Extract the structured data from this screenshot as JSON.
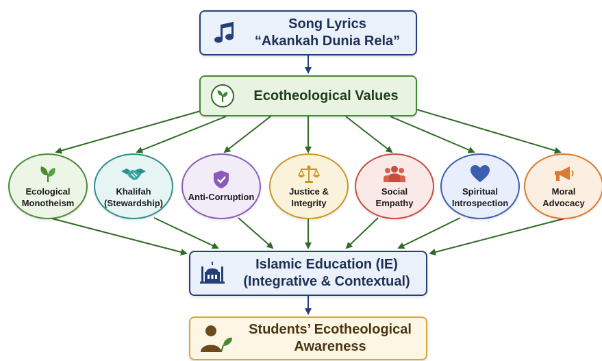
{
  "source": {
    "line1": "Song Lyrics",
    "line2": "“Akankah Dunia Rela”",
    "icon": "music-note-icon"
  },
  "values_box": {
    "label": "Ecotheological Values",
    "icon": "leaf-sprout-icon"
  },
  "values": [
    {
      "line1": "Ecological",
      "line2": "Monotheism",
      "icon": "leaf-icon",
      "color": "#4a8a35"
    },
    {
      "line1": "Khalifah",
      "line2": "(Stewardship)",
      "icon": "handshake-icon",
      "color": "#2f8f8a"
    },
    {
      "line1": "Anti-Corruption",
      "line2": "",
      "icon": "shield-check-icon",
      "color": "#8a5bb8"
    },
    {
      "line1": "Justice &",
      "line2": "Integrity",
      "icon": "scales-icon",
      "color": "#c9962c"
    },
    {
      "line1": "Social",
      "line2": "Empathy",
      "icon": "people-group-icon",
      "color": "#c44d3e"
    },
    {
      "line1": "Spiritual",
      "line2": "Introspection",
      "icon": "heart-icon",
      "color": "#3b5fb0"
    },
    {
      "line1": "Moral",
      "line2": "Advocacy",
      "icon": "megaphone-icon",
      "color": "#de7a2e"
    }
  ],
  "ie_box": {
    "line1": "Islamic Education (IE)",
    "line2": "(Integrative & Contextual)",
    "icon": "mosque-icon"
  },
  "outcome_box": {
    "line1": "Students’ Ecotheological",
    "line2": "Awareness",
    "icon": "student-leaf-icon"
  },
  "colors": {
    "primary_navy": "#243f78",
    "values_green": "#3f8a2e",
    "outcome_gold": "#d9a83a"
  }
}
